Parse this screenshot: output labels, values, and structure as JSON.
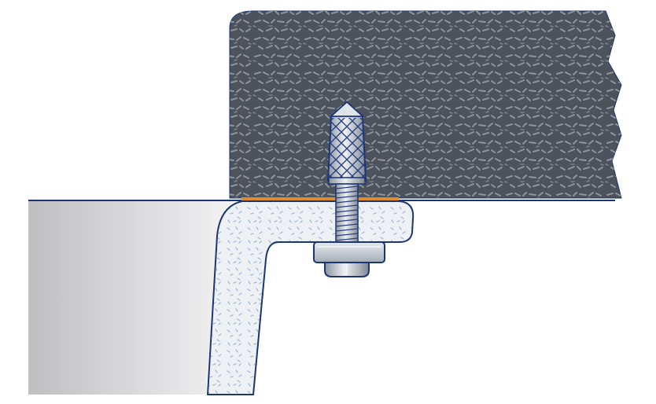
{
  "diagram": {
    "kind": "undermount-sink-mounting-cross-section",
    "components": [
      "countertop",
      "sealant-strip",
      "sink-basin",
      "sink-rim",
      "threaded-anchor-insert",
      "threaded-stud",
      "mounting-clip",
      "nut"
    ]
  },
  "colors": {
    "countertop": "#4d535c",
    "countertop_speckle": "#8e949c",
    "outline": "#1c3575",
    "sealant": "#e08a2e",
    "sink_fill": "#eef1f4",
    "sink_speckle": "#9fbbd8",
    "basin_shade_dark": "#bfbfc2",
    "basin_shade_light": "#f3f3f4",
    "metal_light": "#eef1f4",
    "metal_mid": "#c4cbd3",
    "metal_dark": "#8a949f",
    "thread": "#2a3f86"
  }
}
